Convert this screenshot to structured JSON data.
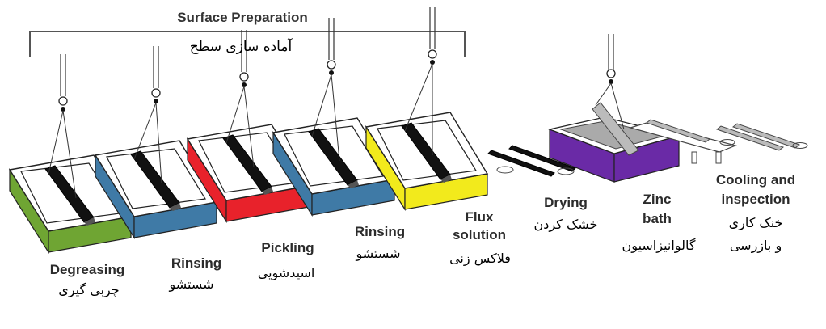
{
  "header": {
    "title_en": "Surface Preparation",
    "title_fa": "آماده سازی سطح"
  },
  "stages": [
    {
      "id": "degreasing",
      "label_en": "Degreasing",
      "label_fa": "چربی گیری",
      "color": "#6fa533"
    },
    {
      "id": "rinsing-1",
      "label_en": "Rinsing",
      "label_fa": "شستشو",
      "color": "#3f7aa6"
    },
    {
      "id": "pickling",
      "label_en": "Pickling",
      "label_fa": "اسیدشویی",
      "color": "#e8222b"
    },
    {
      "id": "rinsing-2",
      "label_en": "Rinsing",
      "label_fa": "شستشو",
      "color": "#3f7aa6"
    },
    {
      "id": "flux",
      "label_en": "Flux solution",
      "label_en_1": "Flux",
      "label_en_2": "solution",
      "label_fa": "فلاکس زنی",
      "color": "#f2ea1c"
    },
    {
      "id": "drying",
      "label_en": "Drying",
      "label_fa": "خشک کردن",
      "color": "#222222"
    },
    {
      "id": "zinc",
      "label_en": "Zinc bath",
      "label_en_1": "Zinc",
      "label_en_2": "bath",
      "label_fa": "گالوانیزاسیون",
      "color": "#6a2aa6"
    },
    {
      "id": "cooling",
      "label_en": "Cooling and inspection",
      "label_en_1": "Cooling and",
      "label_en_2": "inspection",
      "label_fa": "خنک کاری و بازرسی",
      "label_fa_1": "خنک کاری",
      "label_fa_2": "و بازرسی",
      "color": "#888888"
    }
  ]
}
